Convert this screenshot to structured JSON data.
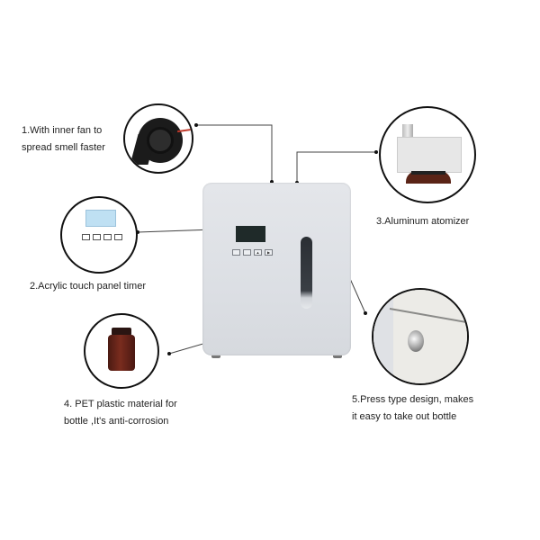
{
  "features": [
    {
      "id": 1,
      "label_line1": "1.With inner fan to",
      "label_line2": "spread smell faster",
      "icon": "fan-icon"
    },
    {
      "id": 2,
      "label_line1": "2.Acrylic touch panel timer",
      "icon": "touch-panel-icon"
    },
    {
      "id": 3,
      "label_line1": "3.Aluminum atomizer",
      "icon": "atomizer-icon"
    },
    {
      "id": 4,
      "label_line1": "4. PET plastic material for",
      "label_line2": "bottle ,It's anti-corrosion",
      "icon": "bottle-icon"
    },
    {
      "id": 5,
      "label_line1": "5.Press type design, makes",
      "label_line2": "it easy to take out bottle",
      "icon": "press-button-icon"
    }
  ],
  "device": {
    "button_labels": [
      "",
      "",
      "▲",
      "▶"
    ],
    "panel_lcd_lines": [
      "",
      "",
      ""
    ]
  },
  "colors": {
    "device_body": "#dcdfe4",
    "lcd": "#1f2a29",
    "panel_lcd": "#bfe0f3",
    "bottle": "#6a2418",
    "line": "#333333"
  }
}
